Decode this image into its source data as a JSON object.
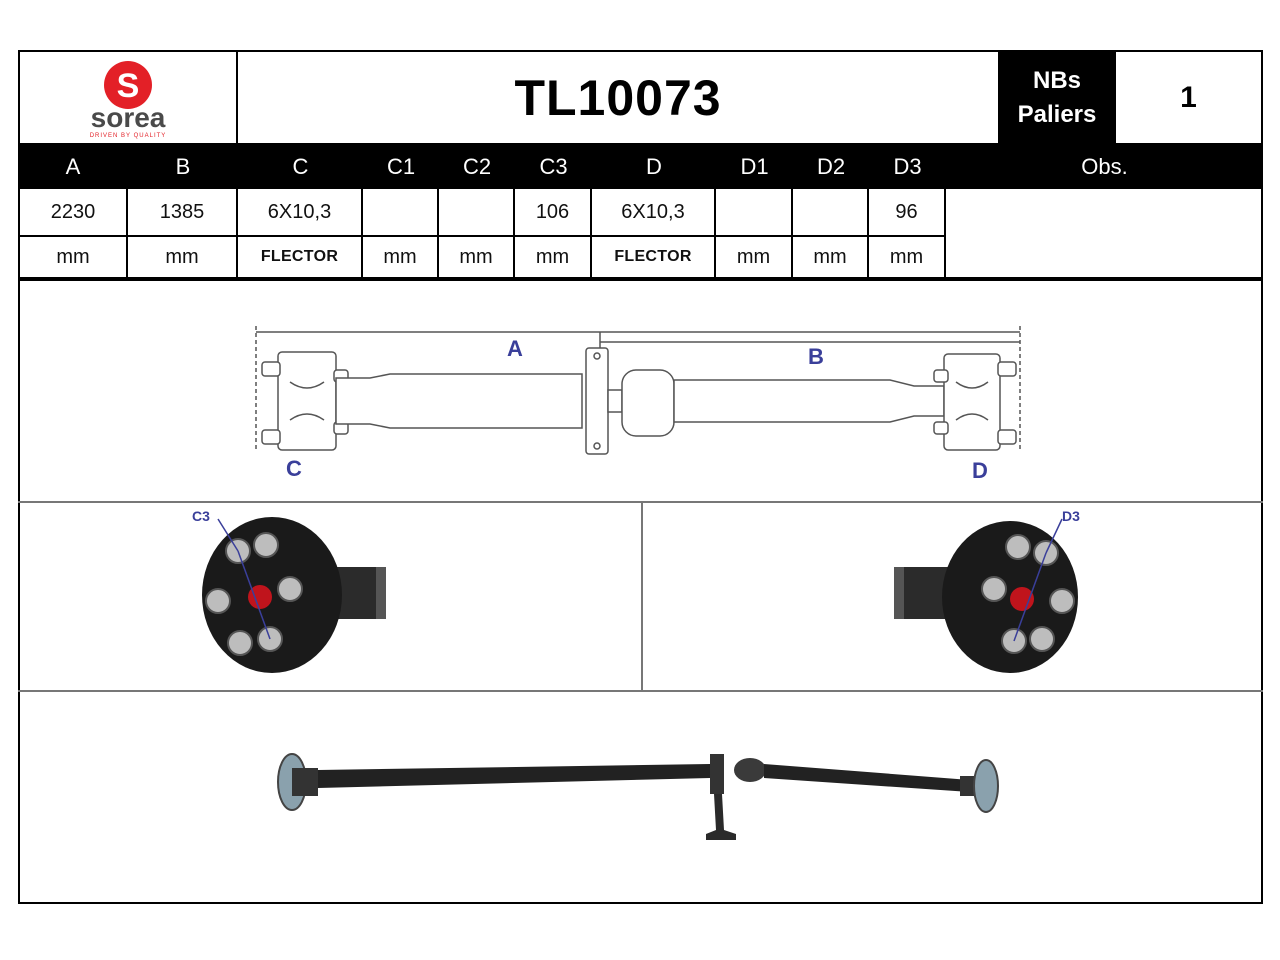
{
  "brand": {
    "logo_letter": "S",
    "logo_text": "sorea",
    "logo_tagline": "DRIVEN BY QUALITY",
    "logo_color": "#e32027"
  },
  "header": {
    "part_number": "TL10073",
    "bearings_label_line1": "NBs",
    "bearings_label_line2": "Paliers",
    "bearings_value": "1"
  },
  "spec_table": {
    "columns": [
      "A",
      "B",
      "C",
      "C1",
      "C2",
      "C3",
      "D",
      "D1",
      "D2",
      "D3",
      "Obs."
    ],
    "values": [
      "2230",
      "1385",
      "6X10,3",
      "",
      "",
      "106",
      "6X10,3",
      "",
      "",
      "96"
    ],
    "units": [
      "mm",
      "mm",
      "FLECTOR",
      "mm",
      "mm",
      "mm",
      "FLECTOR",
      "mm",
      "mm",
      "mm"
    ]
  },
  "diagram": {
    "label_a": "A",
    "label_b": "B",
    "label_c": "C",
    "label_d": "D",
    "label_c3": "C3",
    "label_d3": "D3",
    "label_color": "#3a3f9a"
  }
}
